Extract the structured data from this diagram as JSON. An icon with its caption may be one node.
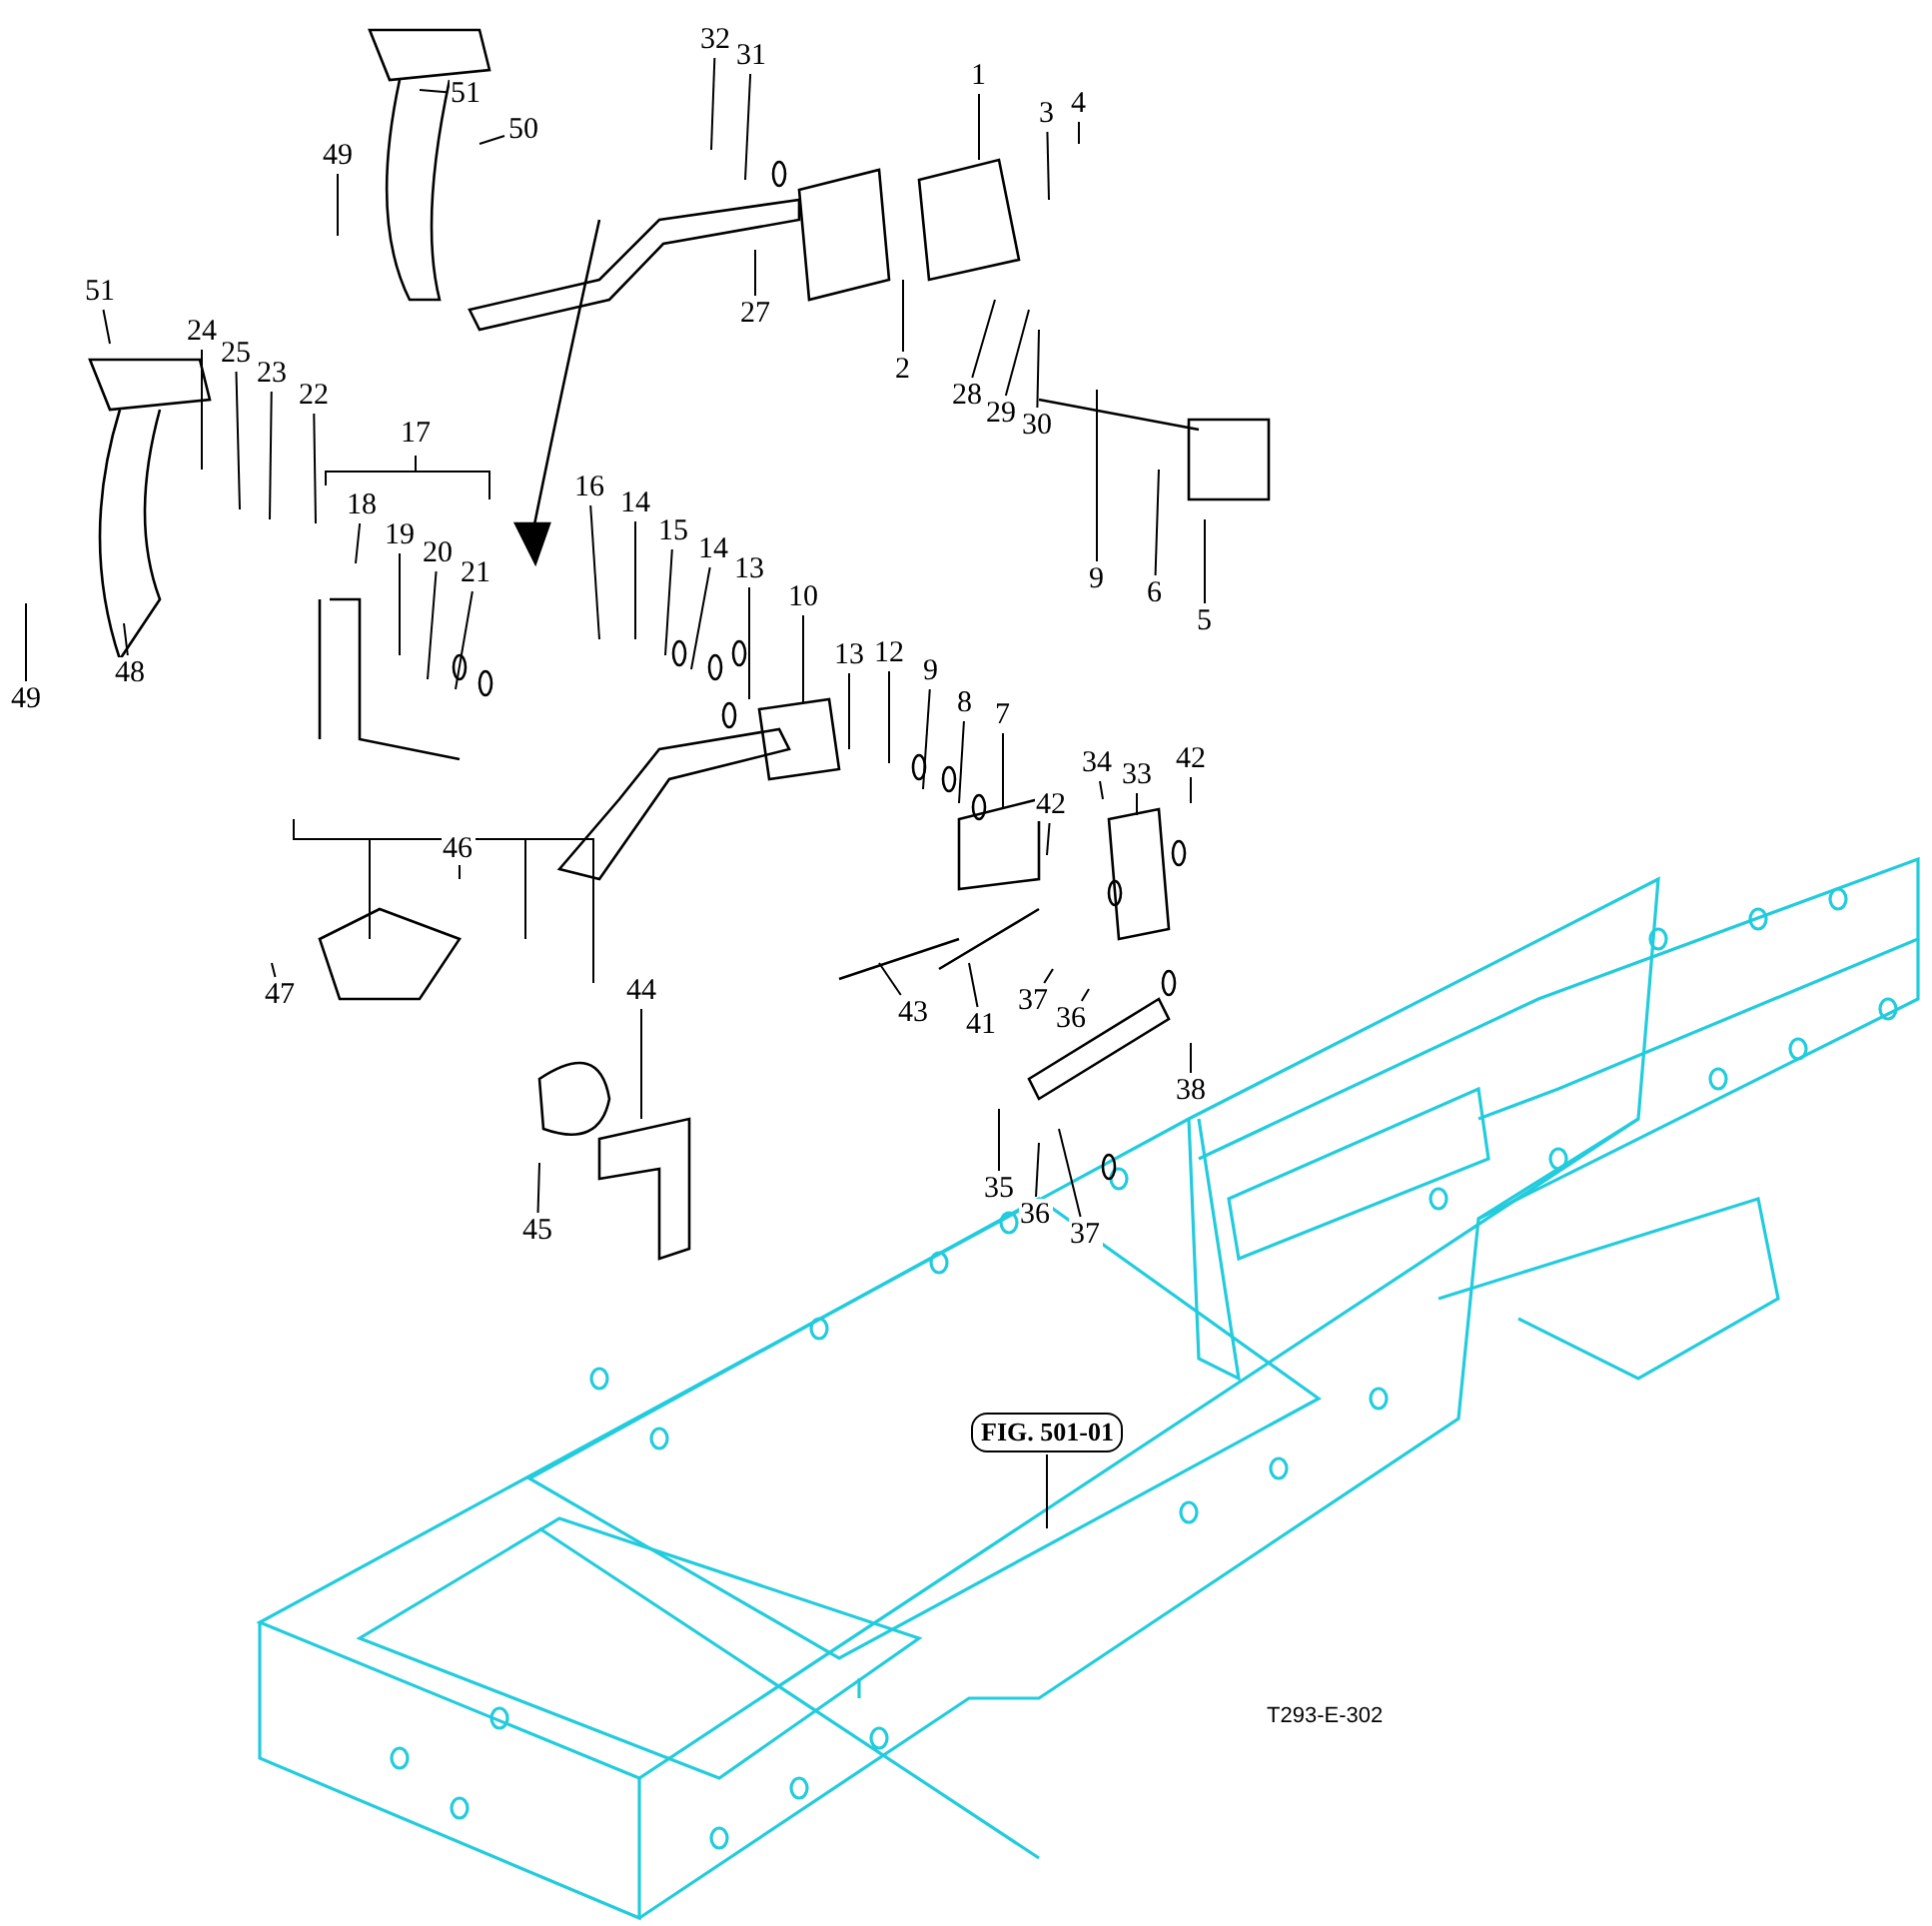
{
  "diagram": {
    "nodes": [
      {
        "text": [
          "51"
        ]
      },
      {
        "text": [
          "32"
        ]
      },
      {
        "text": [
          "31"
        ]
      },
      {
        "text": [
          "3"
        ]
      },
      {
        "text": [
          "4"
        ]
      },
      {
        "text": [
          "1"
        ]
      },
      {
        "text": [
          "50"
        ]
      },
      {
        "text": [
          "49"
        ]
      },
      {
        "text": [
          "27"
        ]
      },
      {
        "text": [
          "2"
        ]
      },
      {
        "text": [
          "28"
        ]
      },
      {
        "text": [
          "29"
        ]
      },
      {
        "text": [
          "30"
        ]
      },
      {
        "text": [
          "51"
        ]
      },
      {
        "text": [
          "24"
        ]
      },
      {
        "text": [
          "25"
        ]
      },
      {
        "text": [
          "23"
        ]
      },
      {
        "text": [
          "22"
        ]
      },
      {
        "text": [
          "18"
        ]
      },
      {
        "text": [
          "19"
        ]
      },
      {
        "text": [
          "20"
        ]
      },
      {
        "text": [
          "21"
        ]
      },
      {
        "text": [
          "16"
        ]
      },
      {
        "text": [
          "14"
        ]
      },
      {
        "text": [
          "15"
        ]
      },
      {
        "text": [
          "14"
        ]
      },
      {
        "text": [
          "9"
        ]
      },
      {
        "text": [
          "6"
        ]
      },
      {
        "text": [
          "5"
        ]
      },
      {
        "text": [
          "13"
        ]
      },
      {
        "text": [
          "10"
        ]
      },
      {
        "text": [
          "13"
        ]
      },
      {
        "text": [
          "12"
        ]
      },
      {
        "text": [
          "9"
        ]
      },
      {
        "text": [
          "8"
        ]
      },
      {
        "text": [
          "7"
        ]
      },
      {
        "text": [
          "49"
        ]
      },
      {
        "text": [
          "48"
        ]
      },
      {
        "text": [
          "34"
        ]
      },
      {
        "text": [
          "33"
        ]
      },
      {
        "text": [
          "42"
        ]
      },
      {
        "text": [
          "42"
        ]
      },
      {
        "text": [
          "44"
        ]
      },
      {
        "text": [
          "47"
        ]
      },
      {
        "text": [
          "43"
        ]
      },
      {
        "text": [
          "41"
        ]
      },
      {
        "text": [
          "37"
        ]
      },
      {
        "text": [
          "36"
        ]
      },
      {
        "text": [
          "38"
        ]
      },
      {
        "text": [
          "45"
        ]
      },
      {
        "text": [
          "35"
        ]
      },
      {
        "text": [
          "36"
        ]
      },
      {
        "text": [
          "37"
        ]
      },
      {
        "text": [
          "FIG. 501-01"
        ]
      },
      {
        "text": [
          "17"
        ]
      },
      {
        "text": [
          "46"
        ]
      }
    ],
    "edges": [
      {
        "from": 0,
        "to": null,
        "arrow": "none"
      },
      {
        "from": 1,
        "to": null,
        "arrow": "none"
      },
      {
        "from": 2,
        "to": null,
        "arrow": "none"
      },
      {
        "from": 3,
        "to": null,
        "arrow": "none"
      },
      {
        "from": 4,
        "to": null,
        "arrow": "none"
      },
      {
        "from": 5,
        "to": null,
        "arrow": "none"
      },
      {
        "from": 6,
        "to": null,
        "arrow": "none"
      },
      {
        "from": 7,
        "to": null,
        "arrow": "none"
      },
      {
        "from": 8,
        "to": null,
        "arrow": "none"
      },
      {
        "from": 9,
        "to": null,
        "arrow": "none"
      },
      {
        "from": 10,
        "to": null,
        "arrow": "none"
      },
      {
        "from": 11,
        "to": null,
        "arrow": "none"
      },
      {
        "from": 12,
        "to": null,
        "arrow": "none"
      },
      {
        "from": 13,
        "to": null,
        "arrow": "none"
      },
      {
        "from": 14,
        "to": null,
        "arrow": "none"
      },
      {
        "from": 15,
        "to": null,
        "arrow": "none"
      },
      {
        "from": 16,
        "to": null,
        "arrow": "none"
      },
      {
        "from": 17,
        "to": null,
        "arrow": "none"
      },
      {
        "from": 18,
        "to": null,
        "arrow": "none"
      },
      {
        "from": 19,
        "to": null,
        "arrow": "none"
      },
      {
        "from": 20,
        "to": null,
        "arrow": "none"
      },
      {
        "from": 21,
        "to": null,
        "arrow": "none"
      },
      {
        "from": 22,
        "to": null,
        "arrow": "none"
      },
      {
        "from": 23,
        "to": null,
        "arrow": "none"
      },
      {
        "from": 24,
        "to": null,
        "arrow": "none"
      },
      {
        "from": 25,
        "to": null,
        "arrow": "none"
      },
      {
        "from": 26,
        "to": null,
        "arrow": "none"
      },
      {
        "from": 27,
        "to": null,
        "arrow": "none"
      },
      {
        "from": 28,
        "to": null,
        "arrow": "none"
      },
      {
        "from": 29,
        "to": null,
        "arrow": "none"
      },
      {
        "from": 30,
        "to": null,
        "arrow": "none"
      },
      {
        "from": 31,
        "to": null,
        "arrow": "none"
      },
      {
        "from": 32,
        "to": null,
        "arrow": "none"
      },
      {
        "from": 33,
        "to": null,
        "arrow": "none"
      },
      {
        "from": 34,
        "to": null,
        "arrow": "none"
      },
      {
        "from": 35,
        "to": null,
        "arrow": "none"
      },
      {
        "from": 36,
        "to": null,
        "arrow": "none"
      },
      {
        "from": 37,
        "to": null,
        "arrow": "none"
      },
      {
        "from": 38,
        "to": null,
        "arrow": "none"
      },
      {
        "from": 39,
        "to": null,
        "arrow": "none"
      },
      {
        "from": 40,
        "to": null,
        "arrow": "none"
      },
      {
        "from": 41,
        "to": null,
        "arrow": "none"
      },
      {
        "from": 42,
        "to": null,
        "arrow": "none"
      },
      {
        "from": 43,
        "to": null,
        "arrow": "none"
      },
      {
        "from": 44,
        "to": null,
        "arrow": "none"
      },
      {
        "from": 45,
        "to": null,
        "arrow": "none"
      },
      {
        "from": 46,
        "to": null,
        "arrow": "none"
      },
      {
        "from": 47,
        "to": null,
        "arrow": "none"
      },
      {
        "from": 48,
        "to": null,
        "arrow": "none"
      },
      {
        "from": 49,
        "to": null,
        "arrow": "none"
      },
      {
        "from": 50,
        "to": null,
        "arrow": "none"
      },
      {
        "from": 51,
        "to": null,
        "arrow": "none"
      },
      {
        "from": 52,
        "to": null,
        "arrow": "none"
      },
      {
        "from": 53,
        "to": null,
        "arrow": "none"
      }
    ],
    "labels": [
      "T293-E-302"
    ]
  }
}
